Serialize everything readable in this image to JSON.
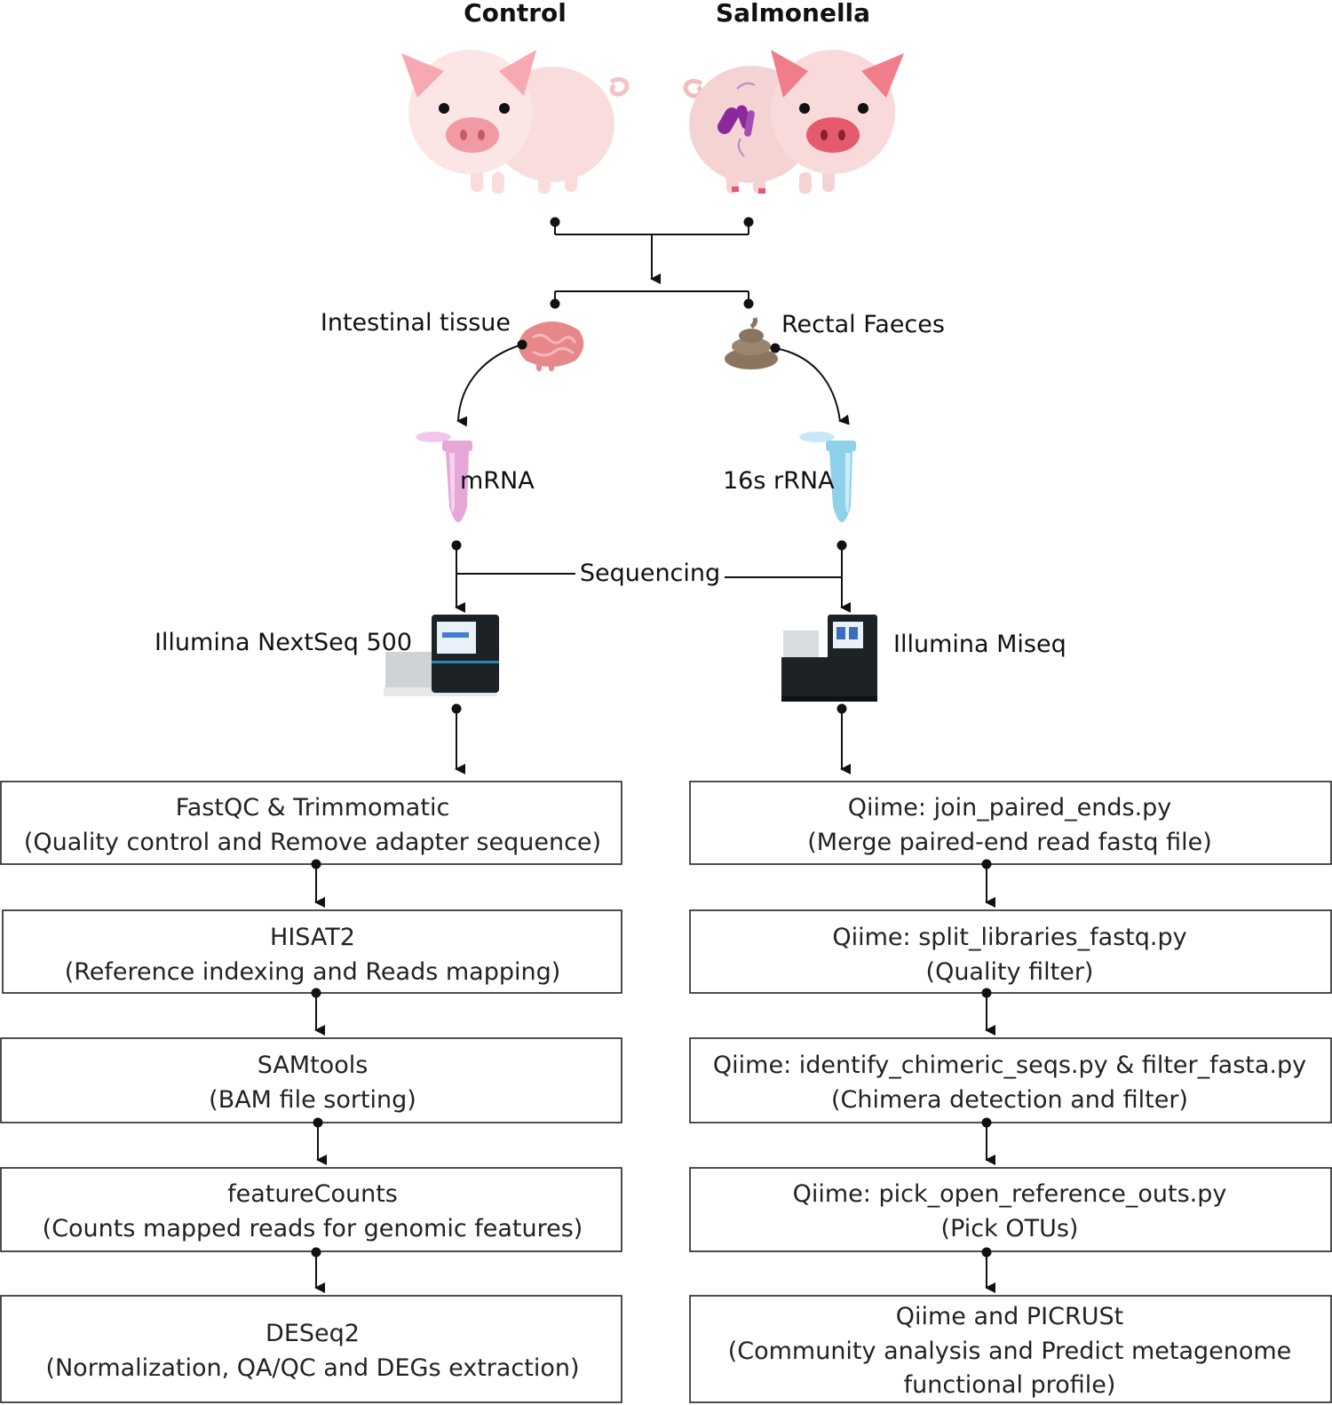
{
  "groups": {
    "control": "Control",
    "salmonella": "Salmonella"
  },
  "samples": {
    "tissue": "Intestinal tissue",
    "faeces": "Rectal Faeces",
    "mrna": "mRNA",
    "rrna": "16s rRNA",
    "sequencing": "Sequencing"
  },
  "instruments": {
    "nextseq": "Illumina NextSeq 500",
    "miseq": "Illumina Miseq"
  },
  "left_steps": [
    {
      "title": "FastQC & Trimmomatic",
      "desc": "(Quality control and Remove adapter sequence)"
    },
    {
      "title": "HISAT2",
      "desc": "(Reference  indexing and Reads mapping)"
    },
    {
      "title": "SAMtools",
      "desc": "(BAM file sorting)"
    },
    {
      "title": "featureCounts",
      "desc": "(Counts mapped reads for genomic features)"
    },
    {
      "title": "DESeq2",
      "desc": "(Normalization, QA/QC and DEGs extraction)"
    }
  ],
  "right_steps": [
    {
      "title": "Qiime: join_paired_ends.py",
      "desc": "(Merge paired-end read fastq file)"
    },
    {
      "title": "Qiime: split_libraries_fastq.py",
      "desc": "(Quality filter)"
    },
    {
      "title": "Qiime: identify_chimeric_seqs.py & filter_fasta.py",
      "desc": "(Chimera detection and filter)"
    },
    {
      "title": "Qiime: pick_open_reference_outs.py",
      "desc": "(Pick OTUs)"
    },
    {
      "title": "Qiime and PICRUSt",
      "desc": "(Community analysis and Predict metagenome",
      "desc2": "functional profile)"
    }
  ],
  "colors": {
    "pig_body": "#f9dcdc",
    "pig_ear": "#f7a9b3",
    "pig_snout": "#f29aa4",
    "sick_snout": "#e45b6e",
    "bacteria": "#8a2a9a",
    "tube_pink": "#e7a6d8",
    "tube_blue": "#8fd0ea",
    "poop": "#8a7560",
    "intestine": "#e8878a"
  }
}
